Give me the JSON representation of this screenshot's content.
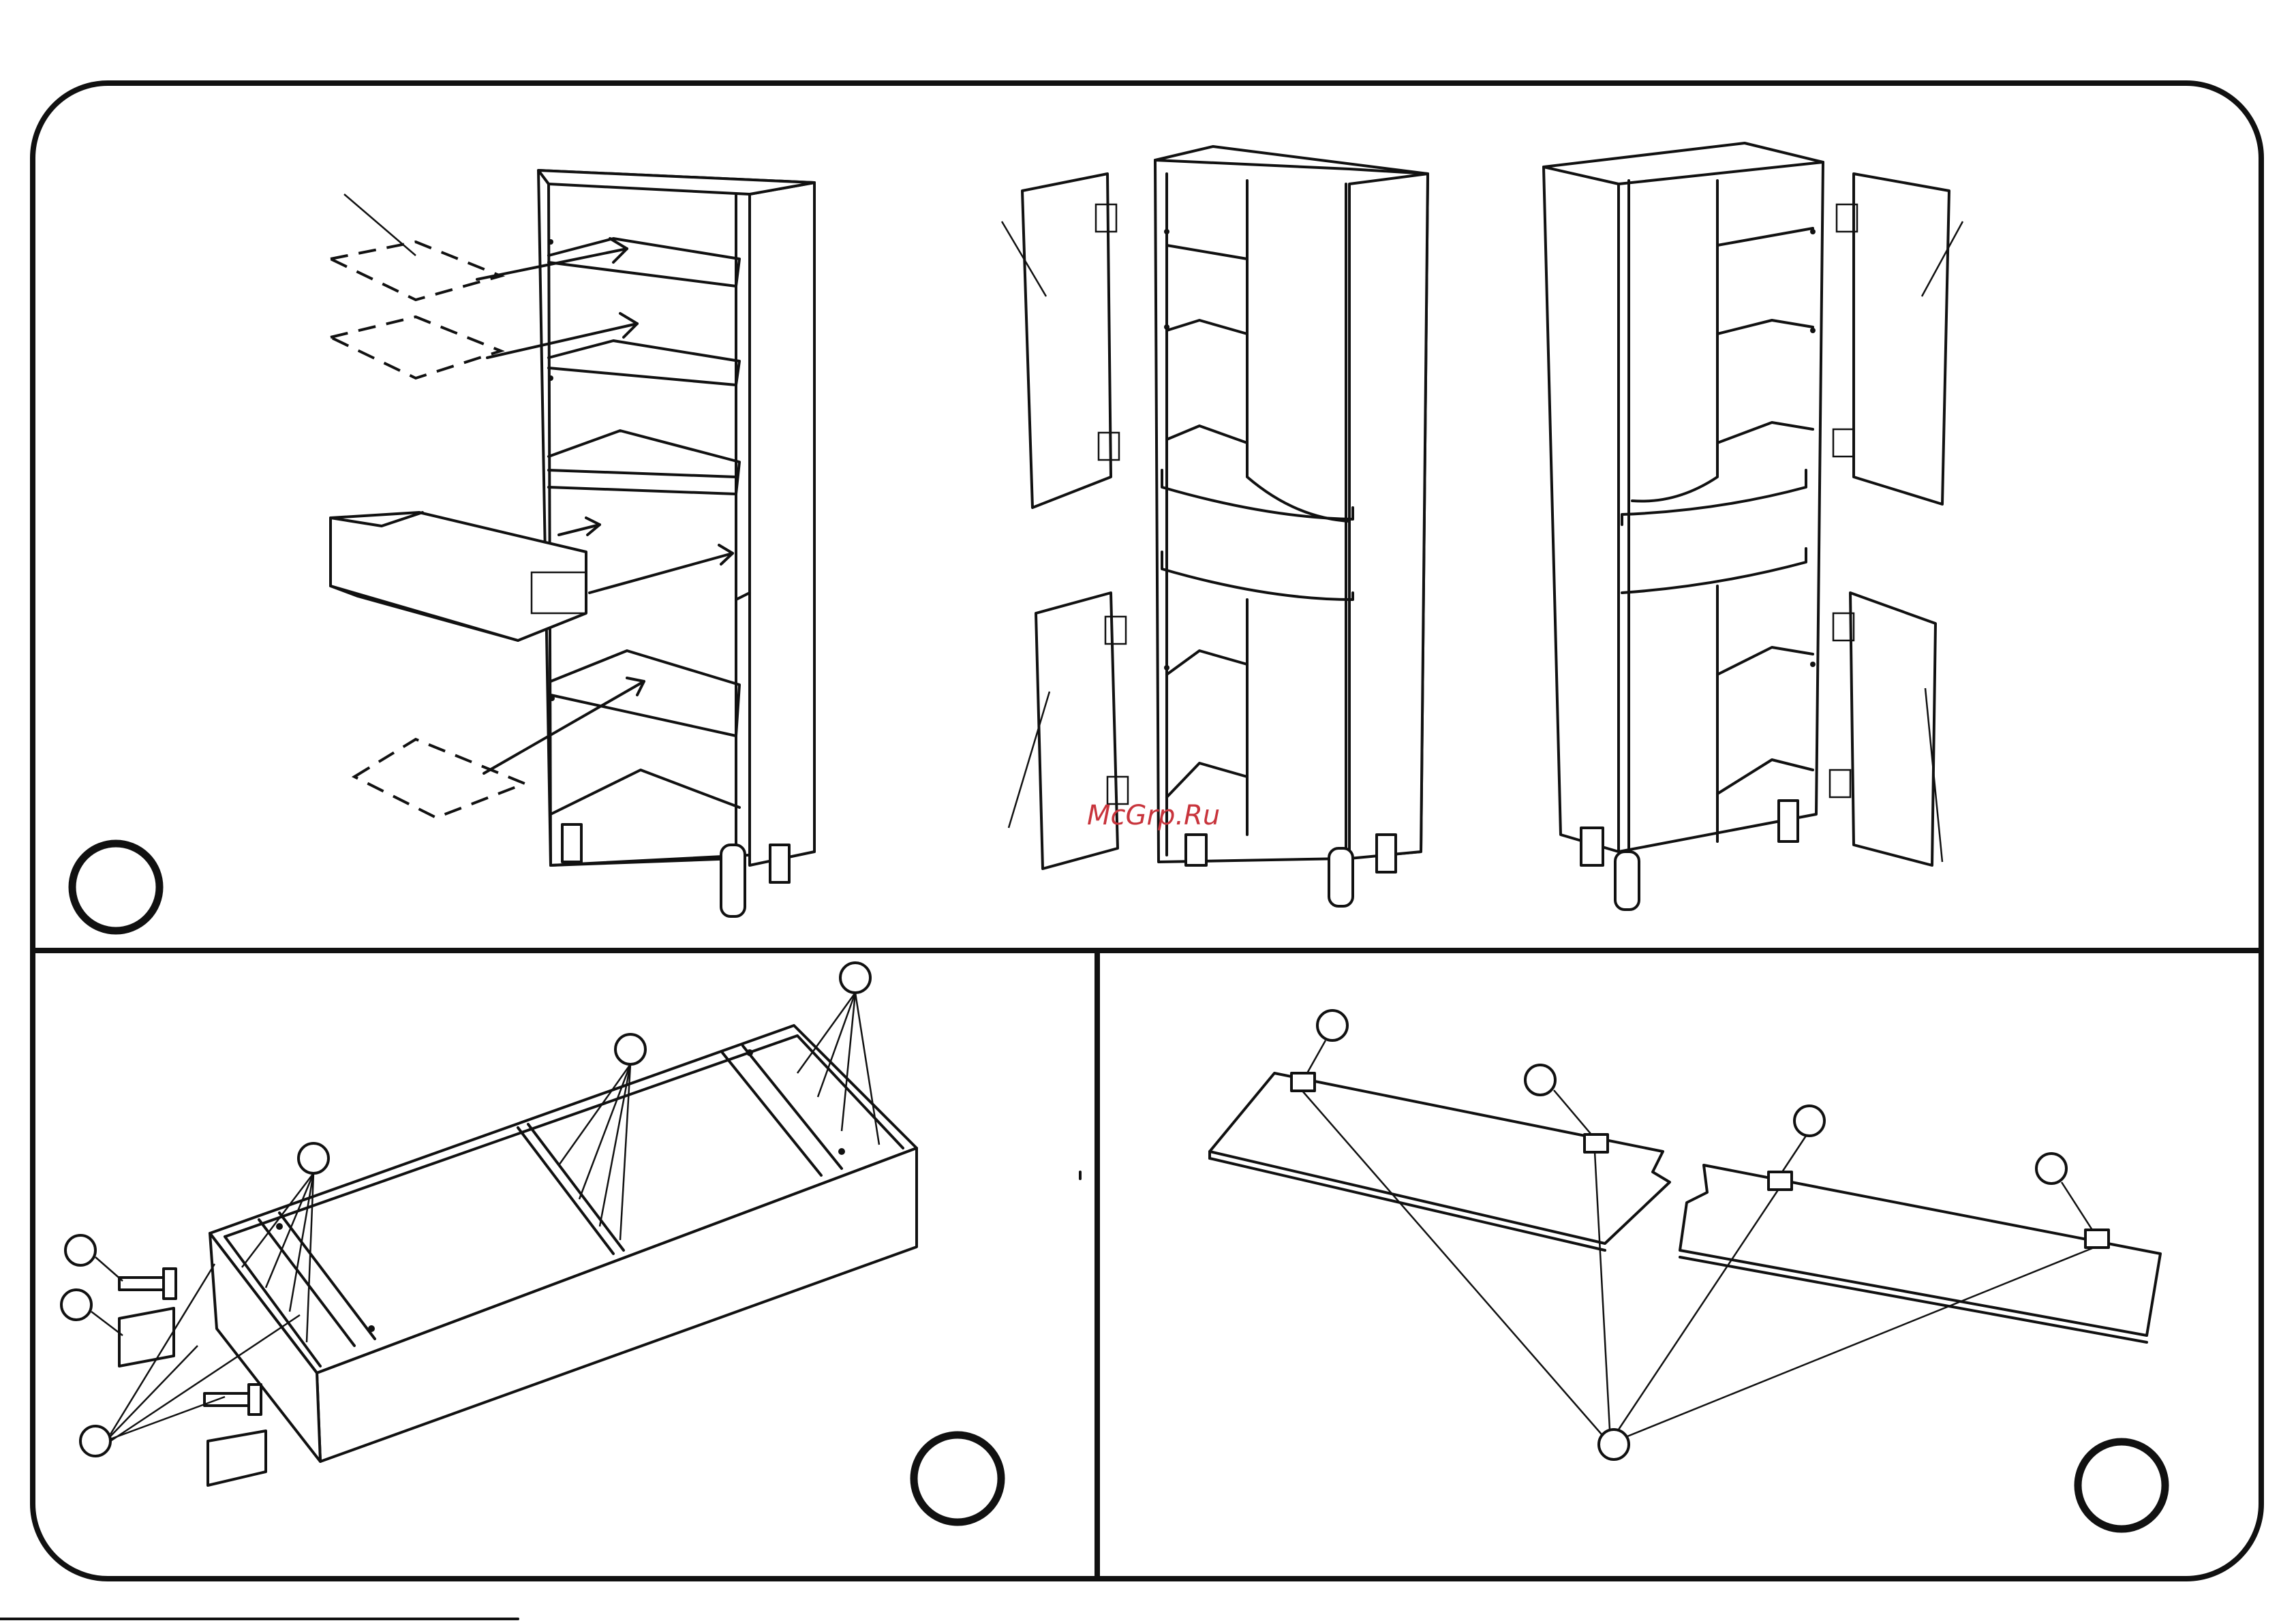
{
  "watermark": {
    "text": "McGrp.Ru",
    "color": "#c8343c"
  },
  "panels": [
    {
      "name": "cabinet-assembly-overview",
      "step_marker": ""
    },
    {
      "name": "frame-leg-assembly",
      "step_marker": ""
    },
    {
      "name": "door-hinge-mounting",
      "step_marker": ""
    }
  ],
  "colors": {
    "line": "#111111",
    "background": "#ffffff"
  }
}
